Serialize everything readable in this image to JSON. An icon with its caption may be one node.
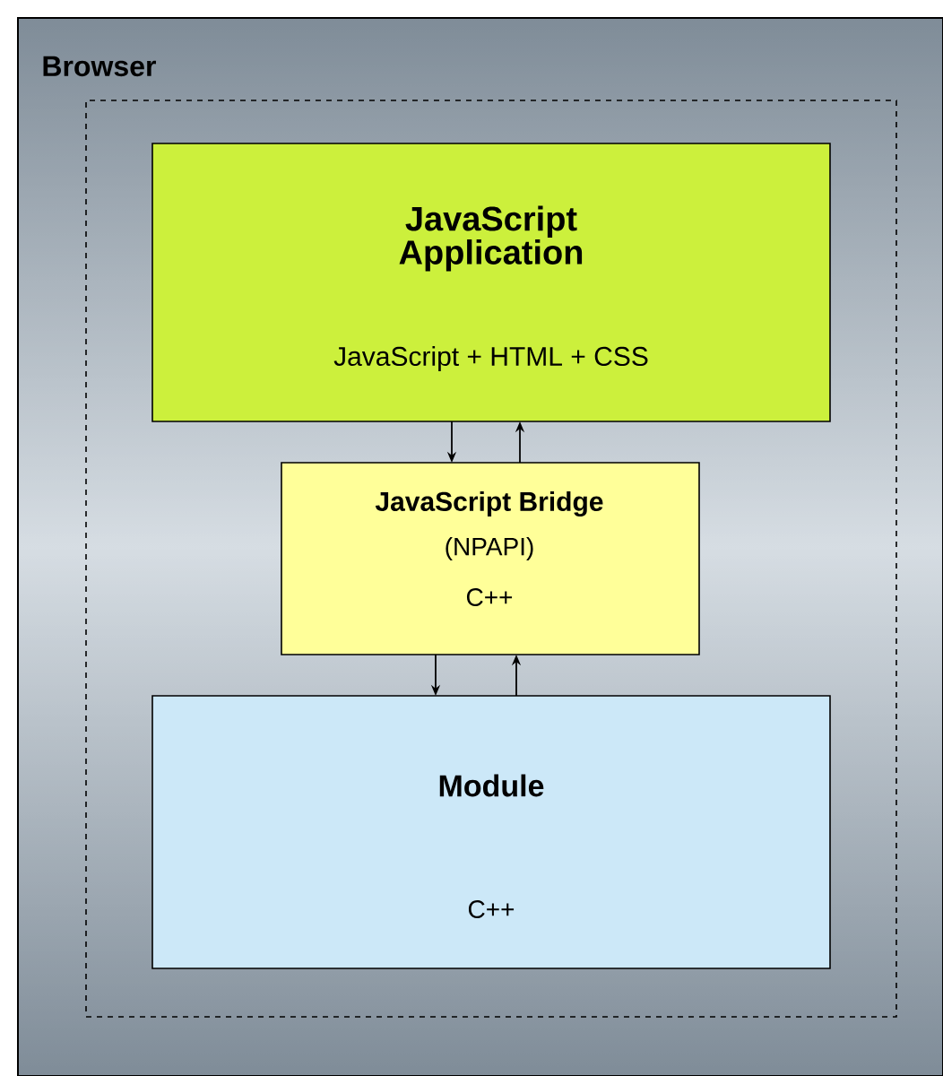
{
  "diagram": {
    "nodes": [
      {
        "text": [
          "Browser"
        ]
      },
      {
        "text": [],
        "shape": "box",
        "in": 0
      },
      {
        "text": [
          "JavaScript Application",
          "JavaScript + HTML + CSS"
        ],
        "in": 1
      },
      {
        "text": [
          "JavaScript Bridge",
          "(NPAPI)",
          "C++"
        ],
        "in": 1
      },
      {
        "text": [
          "Module",
          "C++"
        ],
        "in": 1
      }
    ],
    "edges": [
      {
        "from": 2,
        "to": 3,
        "arrow": "to"
      },
      {
        "from": 3,
        "to": 2,
        "arrow": "to"
      },
      {
        "from": 3,
        "to": 4,
        "arrow": "to"
      },
      {
        "from": 4,
        "to": 3,
        "arrow": "to"
      }
    ]
  }
}
